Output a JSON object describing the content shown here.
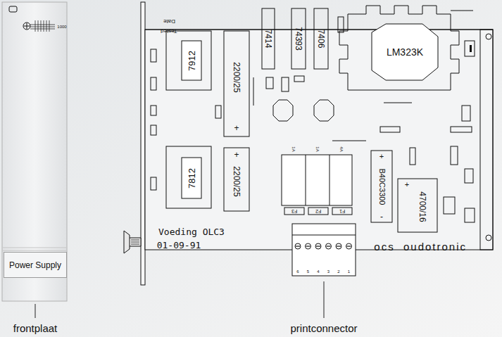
{
  "diagram": {
    "nodes": [
      {
        "text": [
          "Power Supply"
        ]
      }
    ],
    "labels": [
      "1000",
      "Tested",
      "Date",
      "7414",
      "74393",
      "7406",
      "LM323K",
      "7912",
      "2200/25",
      "+",
      "7812",
      "2200/25",
      "+",
      "1A",
      "1A",
      "4A",
      "F3",
      "F2",
      "F1",
      "B40C3300",
      "+",
      "-",
      "4700/16",
      "+",
      "Voeding OLC3",
      "01-09-91",
      "ocs",
      "oudotronic",
      "6",
      "5",
      "4",
      "3",
      "2",
      "1",
      "frontplaat",
      "printconnector"
    ]
  }
}
